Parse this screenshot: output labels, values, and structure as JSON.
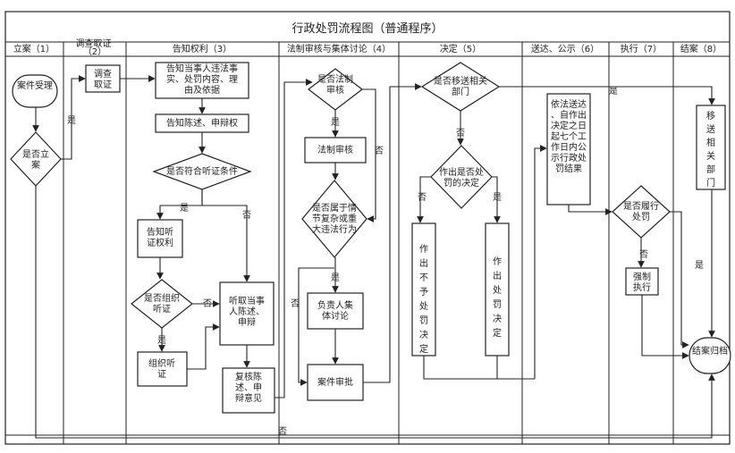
{
  "title": "行政处罚流程图（普通程序）",
  "columns": [
    {
      "key": "c1",
      "label": "立案（1）"
    },
    {
      "key": "c2",
      "label": "调查取证（2）"
    },
    {
      "key": "c3",
      "label": "告知权利（3）"
    },
    {
      "key": "c4",
      "label": "法制审核与集体讨论（4）"
    },
    {
      "key": "c5",
      "label": "决定（5）"
    },
    {
      "key": "c6",
      "label": "送达、公示（6）"
    },
    {
      "key": "c7",
      "label": "执行（7）"
    },
    {
      "key": "c8",
      "label": "结案（8）"
    }
  ],
  "nodes": {
    "accept": "案件受理",
    "file_q": "是否立案",
    "investigate": "调查取证",
    "notify_facts": "告知当事人违法事实、处罚内容、理由及依据",
    "notify_state": "告知陈述、申辩权",
    "hearing_cond": "是否符合听证条件",
    "notify_hear": "告知听证权利",
    "org_hear_q": "是否组织听证",
    "org_hear": "组织听证",
    "listen": "听取当事人陈述、申辩",
    "recheck": "复核陈述、申辩意见",
    "legal_q": "是否法制审核",
    "legal_review": "法制审核",
    "complex_q": "是否属于情节复杂或重大违法行为",
    "collective": "负责人集体讨论",
    "approve": "案件审批",
    "transfer_q": "是否移送相关部门",
    "punish_q": "作出是否处罚的决定",
    "no_punish": "作出不予处罚决定",
    "punish": "作出处罚决定",
    "deliver": "依法送达、自作出决定之日起七个工作日内公示行政处罚结果",
    "perform_q": "是否履行处罚",
    "enforce": "强制执行",
    "transfer": "移送相关部门",
    "archive": "结案归档"
  },
  "labels": {
    "yes": "是",
    "no": "否"
  }
}
